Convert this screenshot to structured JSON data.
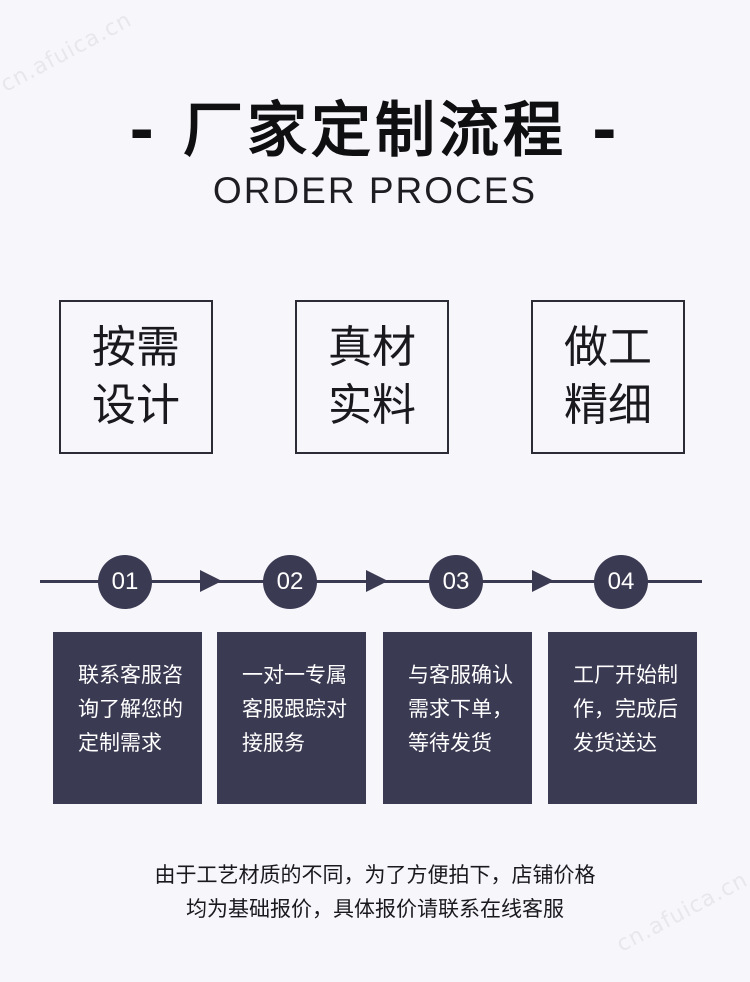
{
  "watermarks": [
    "cn.afuica.cn",
    "cn.afuica.cn"
  ],
  "header": {
    "title": "- 厂家定制流程 -",
    "subtitle": "ORDER PROCES"
  },
  "features": [
    {
      "text": "按需设计"
    },
    {
      "text": "真材实料"
    },
    {
      "text": "做工精细"
    }
  ],
  "steps": [
    {
      "number": "01",
      "text": "联系客服咨询了解您的定制需求"
    },
    {
      "number": "02",
      "text": "一对一专属客服跟踪对接服务"
    },
    {
      "number": "03",
      "text": "与客服确认需求下单，等待发货"
    },
    {
      "number": "04",
      "text": "工厂开始制作，完成后发货送达"
    }
  ],
  "footer": {
    "line1": "由于工艺材质的不同，为了方便拍下，店铺价格",
    "line2": "均为基础报价，具体报价请联系在线客服"
  },
  "colors": {
    "accent": "#3b3a53",
    "background": "#f7f6fa"
  }
}
